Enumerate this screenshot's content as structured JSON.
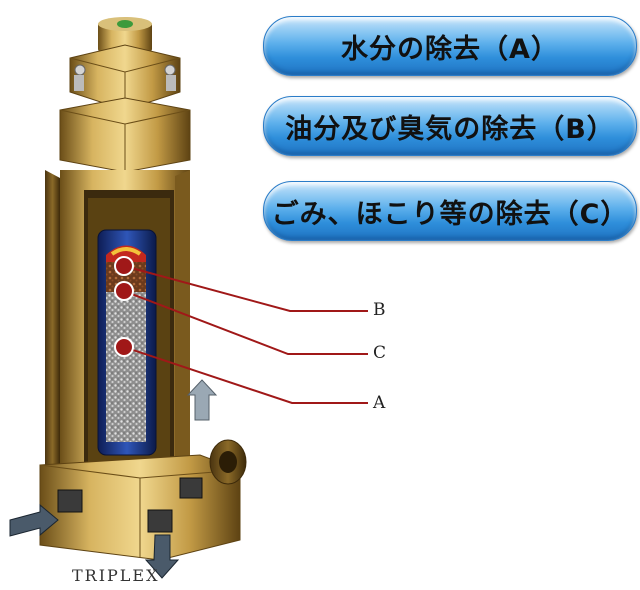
{
  "labels": {
    "water_removal": "水分の除去（A）",
    "oil_odor_removal": "油分及び臭気の除去（B）",
    "dust_removal": "ごみ、ほこり等の除去（C）"
  },
  "callouts": {
    "b": "B",
    "c": "C",
    "a": "A"
  },
  "caption": "TRIPLEX",
  "colors": {
    "pill_blue": "#2f8fdb",
    "callout_red": "#a01818",
    "housing_gold": "#c9a24a",
    "cartridge_blue": "#1f3a8a"
  }
}
